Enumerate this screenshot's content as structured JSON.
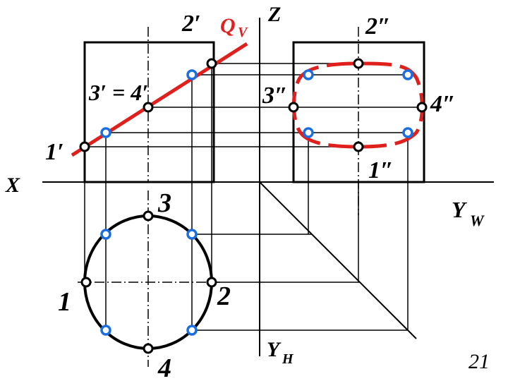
{
  "labels": {
    "x_axis": "X",
    "z_axis": "Z",
    "yw_axis": "Y",
    "yw_sub": "W",
    "yh_axis": "Y",
    "yh_sub": "H",
    "plane_q": "Q",
    "plane_q_sub": "V",
    "front_2": "2′",
    "front_34": "3′ = 4′",
    "front_1": "1′",
    "side_2": "2″",
    "side_3": "3″",
    "side_4": "4″",
    "side_1": "1″",
    "top_3": "3",
    "top_1": "1",
    "top_2": "2",
    "top_4": "4",
    "page_number": "21"
  },
  "colors": {
    "line": "#000000",
    "section": "#e0201c",
    "key_point_fill": "#ffffff",
    "key_point_stroke": "#000000",
    "aux_point_stroke": "#1a6fe0"
  }
}
